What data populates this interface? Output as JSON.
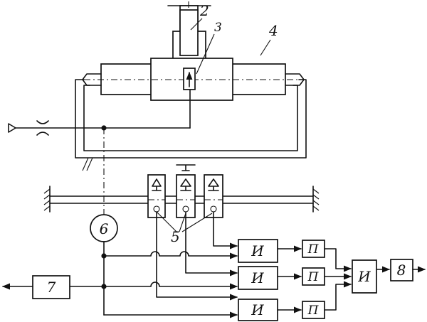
{
  "callouts": {
    "c2": "2",
    "c3": "3",
    "c4": "4",
    "c5": "5"
  },
  "blocks": {
    "generator": "6",
    "unit7": "7",
    "unit8": "8",
    "integrator_1": "И",
    "integrator_2": "И",
    "integrator_3": "И",
    "converter_1": "П",
    "converter_2": "П",
    "converter_3": "П",
    "combiner": "И"
  }
}
